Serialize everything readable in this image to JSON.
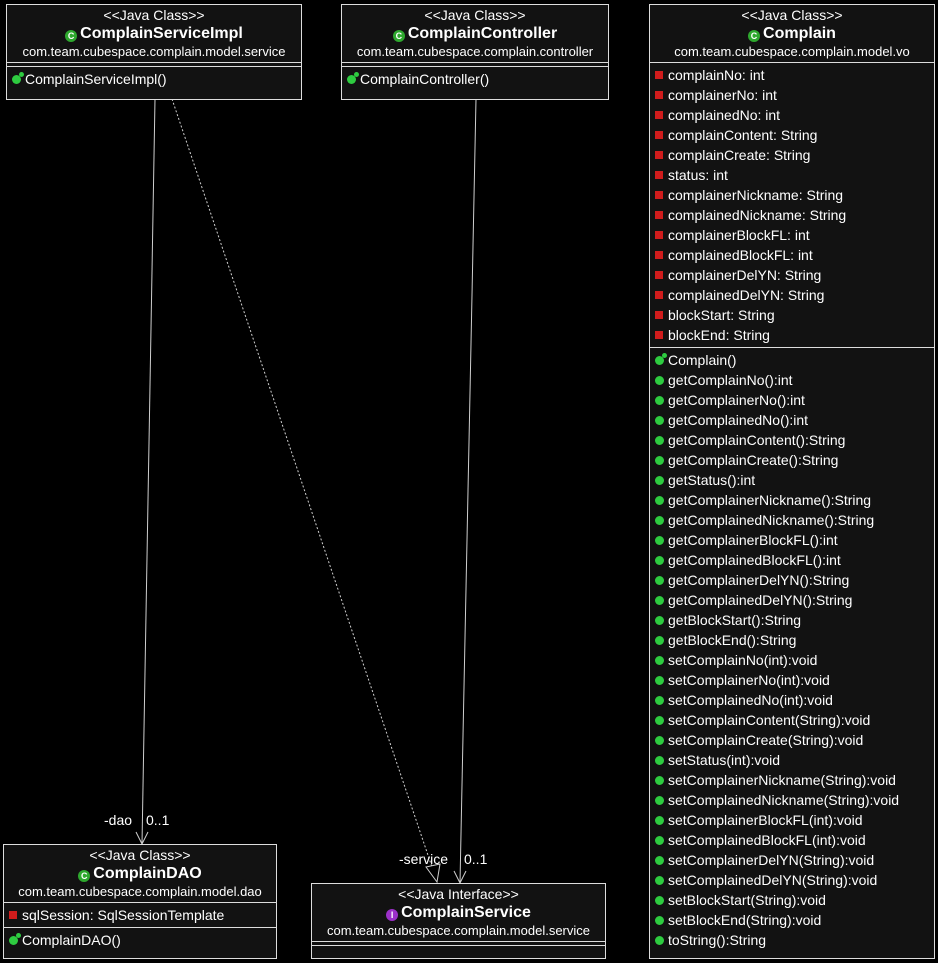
{
  "classes": {
    "impl": {
      "stereotype": "<<Java Class>>",
      "name": "ComplainServiceImpl",
      "package": "com.team.cubespace.complain.model.service",
      "ctor": "ComplainServiceImpl()"
    },
    "controller": {
      "stereotype": "<<Java Class>>",
      "name": "ComplainController",
      "package": "com.team.cubespace.complain.controller",
      "ctor": "ComplainController()"
    },
    "complain": {
      "stereotype": "<<Java Class>>",
      "name": "Complain",
      "package": "com.team.cubespace.complain.model.vo",
      "fields": [
        "complainNo: int",
        "complainerNo: int",
        "complainedNo: int",
        "complainContent: String",
        "complainCreate: String",
        "status: int",
        "complainerNickname: String",
        "complainedNickname: String",
        "complainerBlockFL: int",
        "complainedBlockFL: int",
        "complainerDelYN: String",
        "complainedDelYN: String",
        "blockStart: String",
        "blockEnd: String"
      ],
      "ctor": "Complain()",
      "methods": [
        "getComplainNo():int",
        "getComplainerNo():int",
        "getComplainedNo():int",
        "getComplainContent():String",
        "getComplainCreate():String",
        "getStatus():int",
        "getComplainerNickname():String",
        "getComplainedNickname():String",
        "getComplainerBlockFL():int",
        "getComplainedBlockFL():int",
        "getComplainerDelYN():String",
        "getComplainedDelYN():String",
        "getBlockStart():String",
        "getBlockEnd():String",
        "setComplainNo(int):void",
        "setComplainerNo(int):void",
        "setComplainedNo(int):void",
        "setComplainContent(String):void",
        "setComplainCreate(String):void",
        "setStatus(int):void",
        "setComplainerNickname(String):void",
        "setComplainedNickname(String):void",
        "setComplainerBlockFL(int):void",
        "setComplainedBlockFL(int):void",
        "setComplainerDelYN(String):void",
        "setComplainedDelYN(String):void",
        "setBlockStart(String):void",
        "setBlockEnd(String):void",
        "toString():String"
      ]
    },
    "dao": {
      "stereotype": "<<Java Class>>",
      "name": "ComplainDAO",
      "package": "com.team.cubespace.complain.model.dao",
      "fields": [
        "sqlSession: SqlSessionTemplate"
      ],
      "ctor": "ComplainDAO()"
    },
    "service": {
      "stereotype": "<<Java Interface>>",
      "name": "ComplainService",
      "package": "com.team.cubespace.complain.model.service"
    }
  },
  "associations": {
    "dao": {
      "role": "-dao",
      "multiplicity": "0..1"
    },
    "service": {
      "role": "-service",
      "multiplicity": "0..1"
    }
  },
  "icons": {
    "class_badge": "C",
    "interface_badge": "I"
  }
}
